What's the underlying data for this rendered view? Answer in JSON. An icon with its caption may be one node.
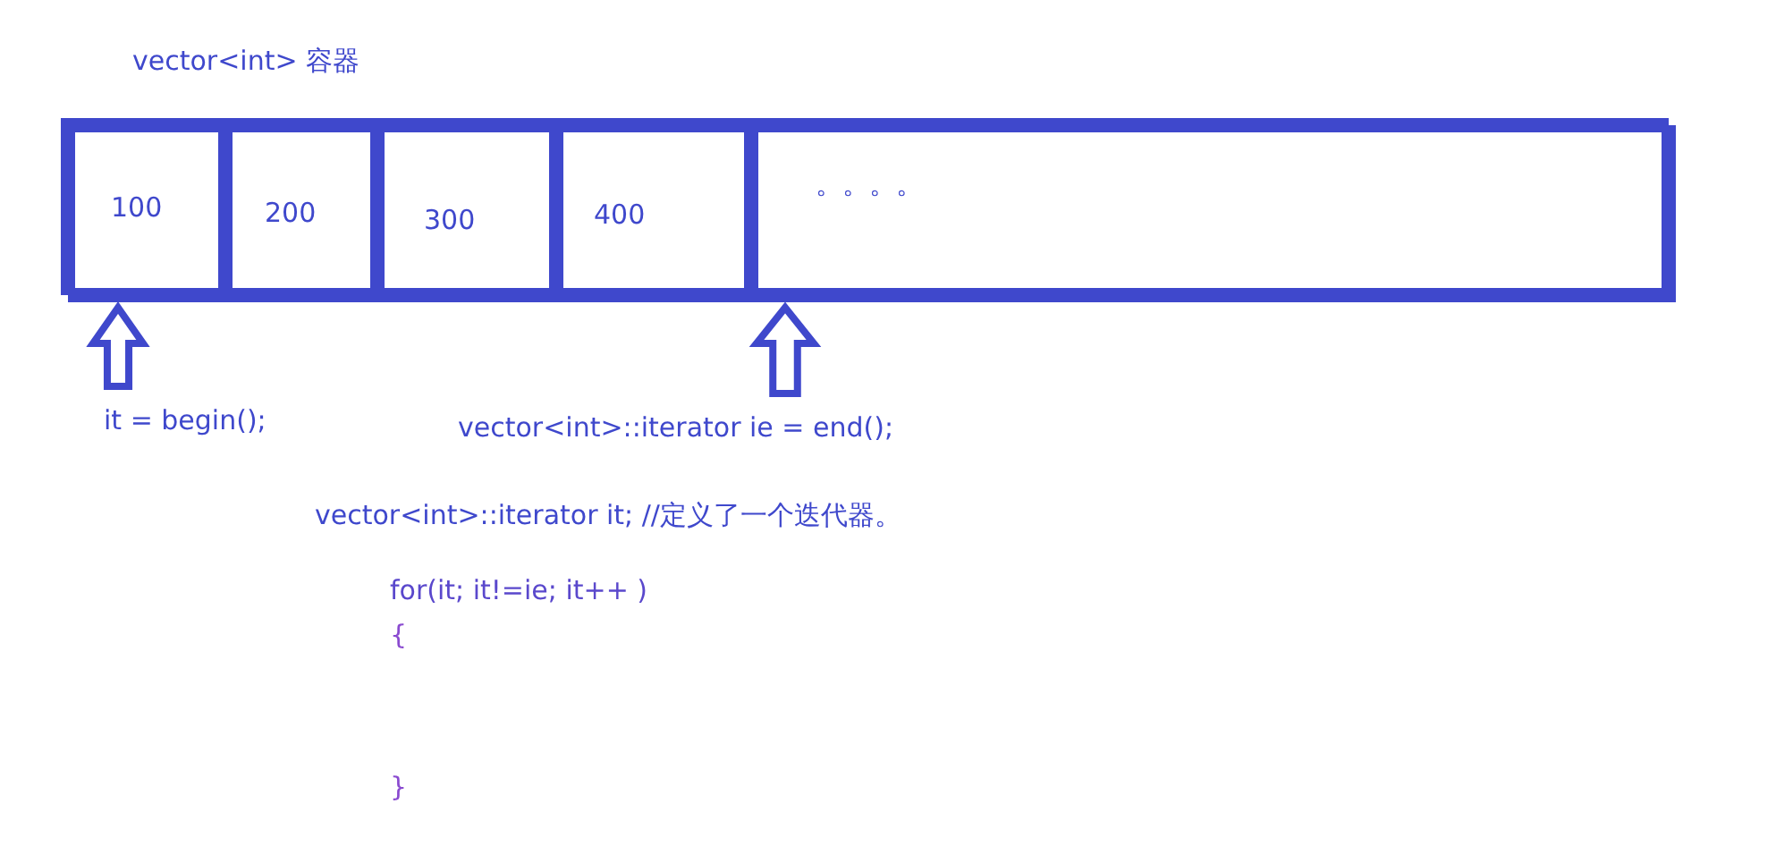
{
  "diagram": {
    "nodes": [
      {
        "text": [
          "vector<int> 容器"
        ]
      },
      {
        "text": [
          "100"
        ],
        "in": 0
      },
      {
        "text": [
          "200"
        ],
        "in": 0
      },
      {
        "text": [
          "300"
        ],
        "in": 0
      },
      {
        "text": [
          "400"
        ],
        "in": 0
      },
      {
        "text": [
          "。。。。"
        ],
        "in": 0
      },
      {
        "text": [
          "it = begin();"
        ]
      },
      {
        "text": [
          "vector<int>::iterator ie = end();"
        ]
      }
    ],
    "edges": [
      {
        "from": 6,
        "to": 1,
        "arrow": "to"
      },
      {
        "from": 7,
        "to": 5,
        "arrow": "to"
      }
    ],
    "labels": [
      "vector<int>::iterator it; //定义了一个迭代器。",
      "for(it; it!=ie; it++ )",
      "{",
      "}"
    ]
  }
}
